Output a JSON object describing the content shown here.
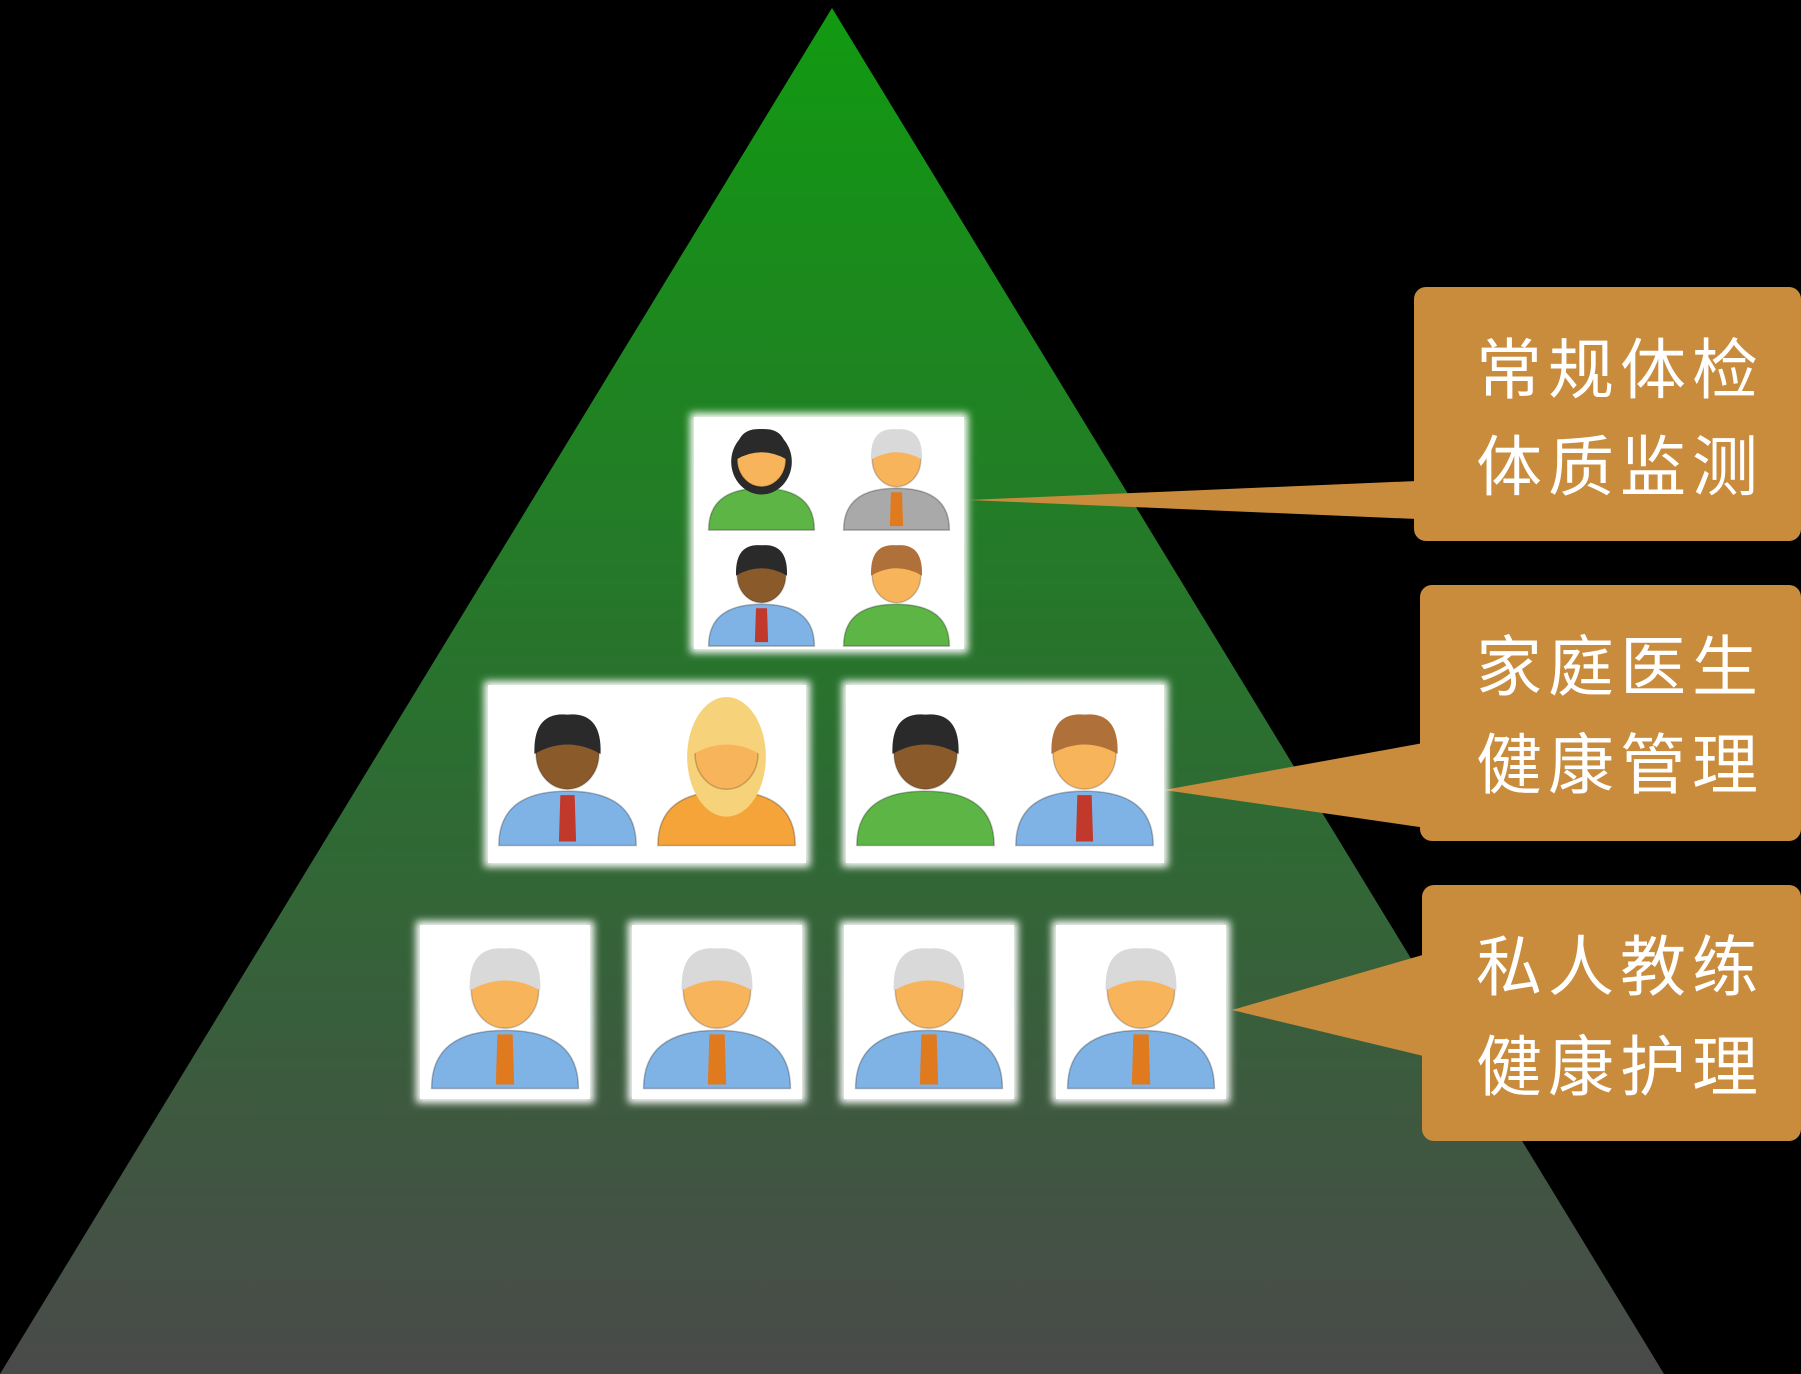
{
  "diagram": {
    "background_color": "#000000",
    "pyramid": {
      "top_color": "#119a11",
      "mid_color": "#2c6d31",
      "bottom_color": "#4a4a4a"
    },
    "callout_color": "#c98b3c",
    "tiers": [
      {
        "name": "top",
        "groups": [
          {
            "icons": [
              "person-woman-dark-hair-green-icon",
              "person-gray-hair-vest-icon",
              "person-dark-skin-blue-shirt-icon",
              "person-brown-hair-green-icon"
            ]
          }
        ],
        "callout_lines": [
          "常规体检",
          "体质监测"
        ]
      },
      {
        "name": "middle",
        "groups": [
          {
            "icons": [
              "person-dark-skin-blue-shirt-icon",
              "person-blonde-orange-icon"
            ]
          },
          {
            "icons": [
              "person-dark-skin-green-shirt-icon",
              "person-brown-hair-blue-shirt-icon"
            ]
          }
        ],
        "callout_lines": [
          "家庭医生",
          "健康管理"
        ]
      },
      {
        "name": "bottom",
        "groups": [
          {
            "icons": [
              "person-gray-hair-orange-tie-icon"
            ]
          },
          {
            "icons": [
              "person-gray-hair-orange-tie-icon"
            ]
          },
          {
            "icons": [
              "person-gray-hair-orange-tie-icon"
            ]
          },
          {
            "icons": [
              "person-gray-hair-orange-tie-icon"
            ]
          }
        ],
        "callout_lines": [
          "私人教练",
          "健康护理"
        ]
      }
    ]
  }
}
